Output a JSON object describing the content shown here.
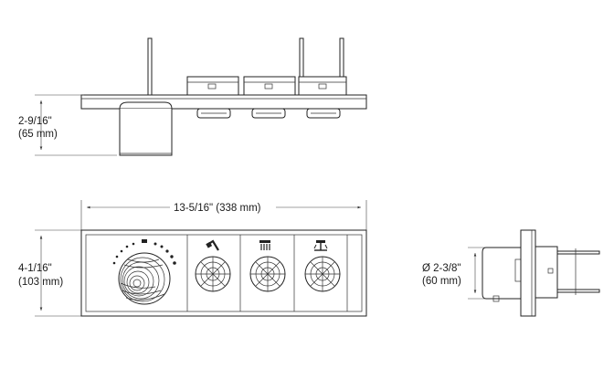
{
  "dimensions": {
    "side_height": {
      "imperial": "2-9/16\"",
      "metric": "(65 mm)"
    },
    "front_width": {
      "text": "13-5/16\" (338 mm)"
    },
    "front_height": {
      "imperial": "4-1/16\"",
      "metric": "(103 mm)"
    },
    "valve_diameter": {
      "imperial": "Ø 2-3/8\"",
      "metric": "(60 mm)"
    }
  },
  "icons": [
    "thermostat-scale-icon",
    "handshower-icon",
    "rain-shower-icon",
    "body-spray-icon"
  ]
}
